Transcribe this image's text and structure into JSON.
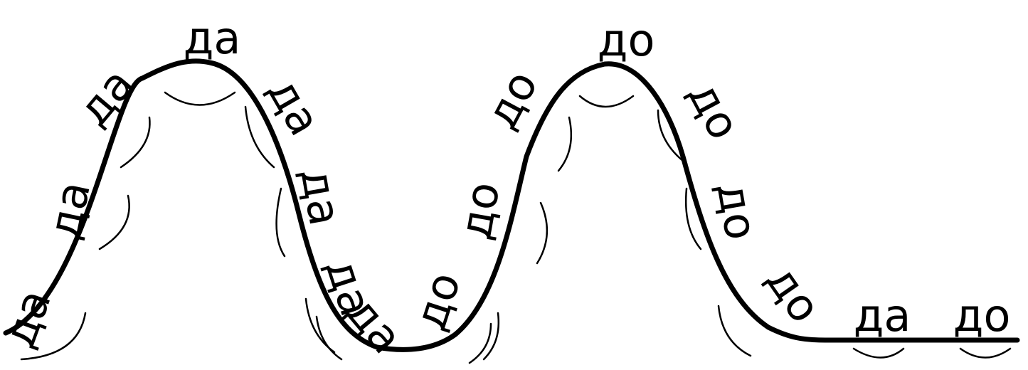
{
  "syllables": [
    "да",
    "да",
    "да",
    "да",
    "да",
    "да",
    "да",
    "да",
    "до",
    "до",
    "до",
    "до",
    "до",
    "до",
    "до",
    "да",
    "до"
  ],
  "colors": {
    "ink": "#000000",
    "background": "#ffffff"
  }
}
